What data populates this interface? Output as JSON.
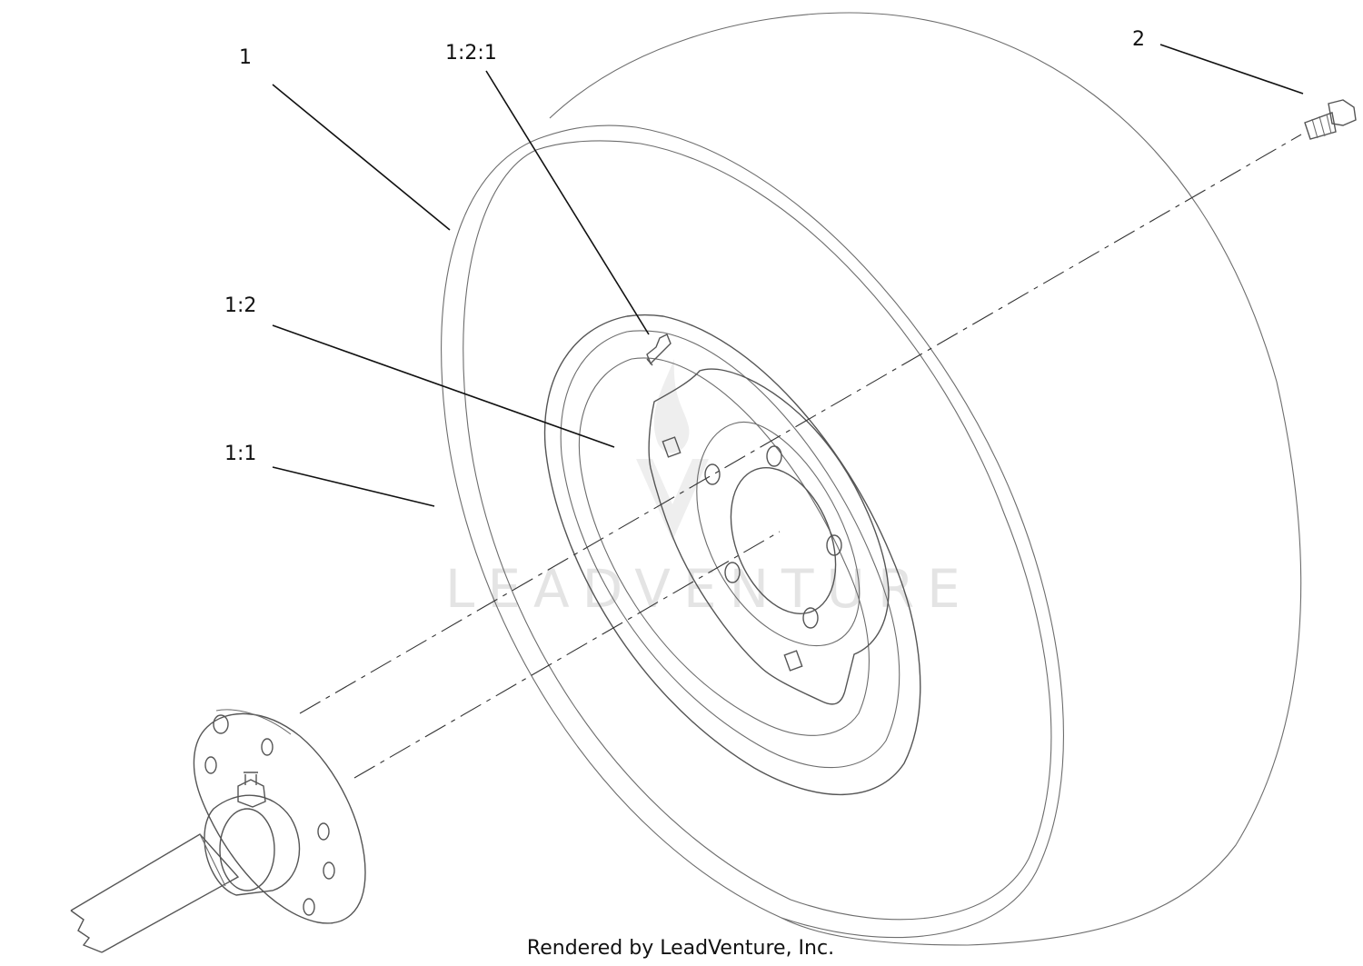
{
  "callouts": [
    {
      "id": "1",
      "text": "1"
    },
    {
      "id": "1-2-1",
      "text": "1:2:1"
    },
    {
      "id": "1-2",
      "text": "1:2"
    },
    {
      "id": "1-1",
      "text": "1:1"
    },
    {
      "id": "2",
      "text": "2"
    }
  ],
  "footer": "Rendered by LeadVenture, Inc.",
  "watermark": "LEADVENTURE"
}
